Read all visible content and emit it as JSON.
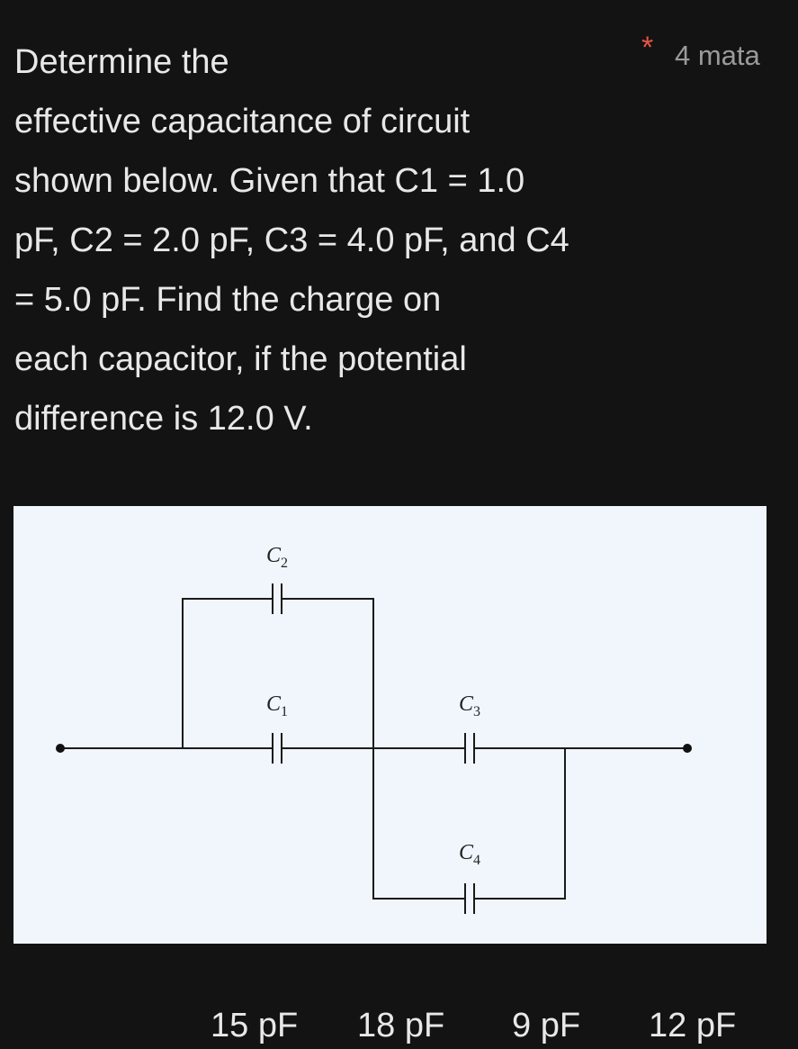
{
  "question": {
    "lines": [
      "Determine the",
      "effective capacitance of circuit",
      "shown below. Given that C1 = 1.0",
      "pF, C2 = 2.0 pF, C3 = 4.0 pF,  and C4",
      "= 5.0 pF.  Find the charge on",
      "each capacitor, if the potential",
      "difference is 12.0 V."
    ],
    "required_marker": "*",
    "points": "4 mata"
  },
  "figure": {
    "labels": {
      "c1": "C",
      "c1_sub": "1",
      "c2": "C",
      "c2_sub": "2",
      "c3": "C",
      "c3_sub": "3",
      "c4": "C",
      "c4_sub": "4"
    }
  },
  "options": [
    "15 pF",
    "18 pF",
    "9 pF",
    "12 pF"
  ]
}
